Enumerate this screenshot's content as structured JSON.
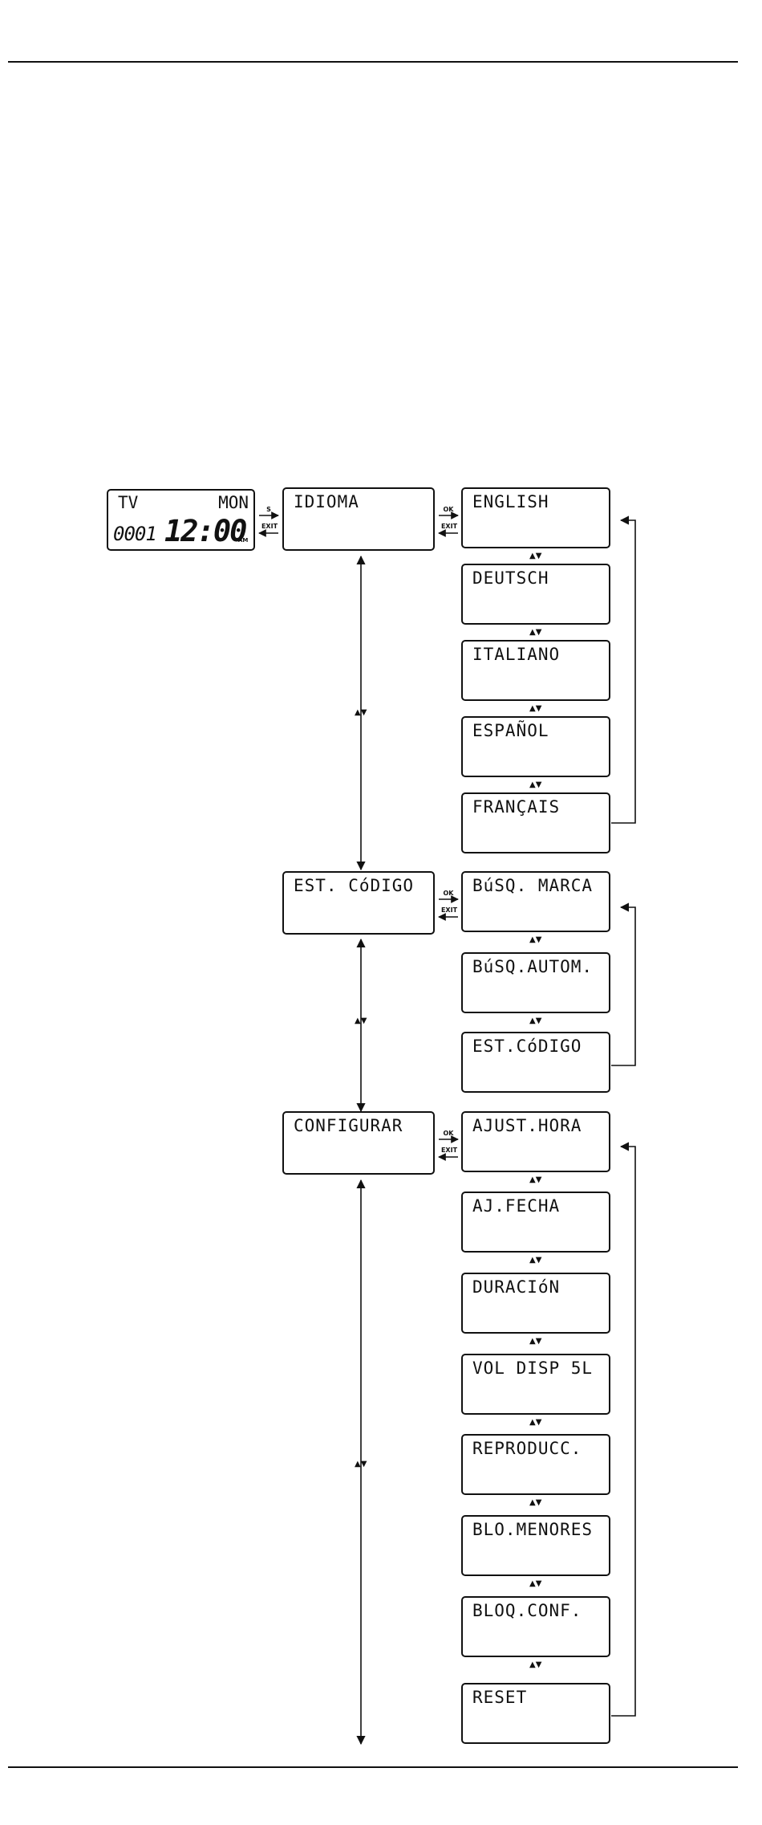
{
  "standby_display": {
    "mode": "TV",
    "day": "MON",
    "code": "0001",
    "time": "12:00",
    "ampm": "AM"
  },
  "key_labels": {
    "setup": "S",
    "ok": "OK",
    "exit": "EXIT"
  },
  "nav_arrows": "▲▼",
  "menus": [
    {
      "label": "IDIOMA",
      "options": [
        "ENGLISH",
        "DEUTSCH",
        "ITALIANO",
        "ESPAÑOL",
        "FRANÇAIS"
      ]
    },
    {
      "label": "EST. CóDIGO",
      "options": [
        "BúSQ. MARCA",
        "BúSQ.AUTOM.",
        "EST.CóDIGO"
      ]
    },
    {
      "label": "CONFIGURAR",
      "options": [
        "AJUST.HORA",
        "AJ.FECHA",
        "DURACIóN",
        "VOL DISP 5L",
        "REPRODUCC.",
        "BLO.MENORES",
        "BLOQ.CONF.",
        "RESET"
      ]
    }
  ]
}
